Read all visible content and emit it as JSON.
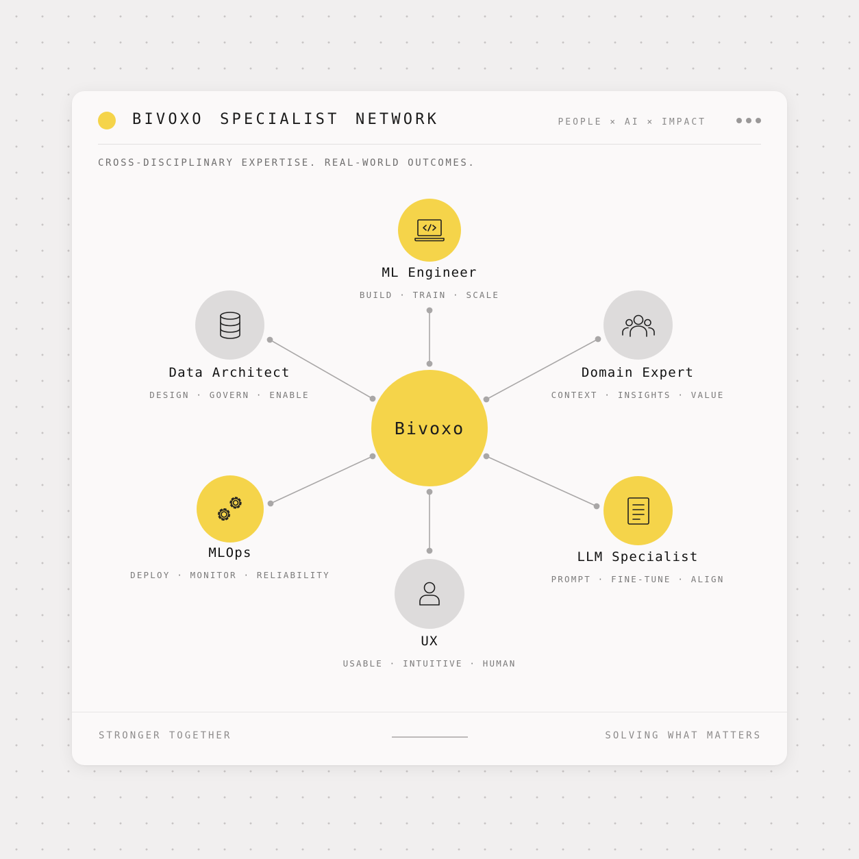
{
  "header": {
    "title": "BIVOXO  SPECIALIST  NETWORK",
    "tagline": "PEOPLE × AI × IMPACT",
    "subtitle": "CROSS-DISCIPLINARY EXPERTISE. REAL-WORLD OUTCOMES."
  },
  "colors": {
    "accent": "#f5d44a",
    "node_gray": "#dddbdb",
    "connector": "#a9a7a7"
  },
  "hub": {
    "label": "Bivoxo"
  },
  "nodes": [
    {
      "id": "ml-engineer",
      "label": "ML Engineer",
      "tags": "BUILD · TRAIN · SCALE",
      "icon": "laptop-code-icon",
      "color": "yellow"
    },
    {
      "id": "data-architect",
      "label": "Data Architect",
      "tags": "DESIGN · GOVERN · ENABLE",
      "icon": "database-icon",
      "color": "gray"
    },
    {
      "id": "domain-expert",
      "label": "Domain Expert",
      "tags": "CONTEXT · INSIGHTS · VALUE",
      "icon": "people-group-icon",
      "color": "gray"
    },
    {
      "id": "mlops",
      "label": "MLOps",
      "tags": "DEPLOY · MONITOR · RELIABILITY",
      "icon": "gears-icon",
      "color": "yellow"
    },
    {
      "id": "llm-specialist",
      "label": "LLM Specialist",
      "tags": "PROMPT · FINE-TUNE · ALIGN",
      "icon": "document-icon",
      "color": "yellow"
    },
    {
      "id": "ux",
      "label": "UX",
      "tags": "USABLE · INTUITIVE · HUMAN",
      "icon": "user-icon",
      "color": "gray"
    }
  ],
  "footer": {
    "left": "STRONGER TOGETHER",
    "right": "SOLVING WHAT MATTERS"
  }
}
